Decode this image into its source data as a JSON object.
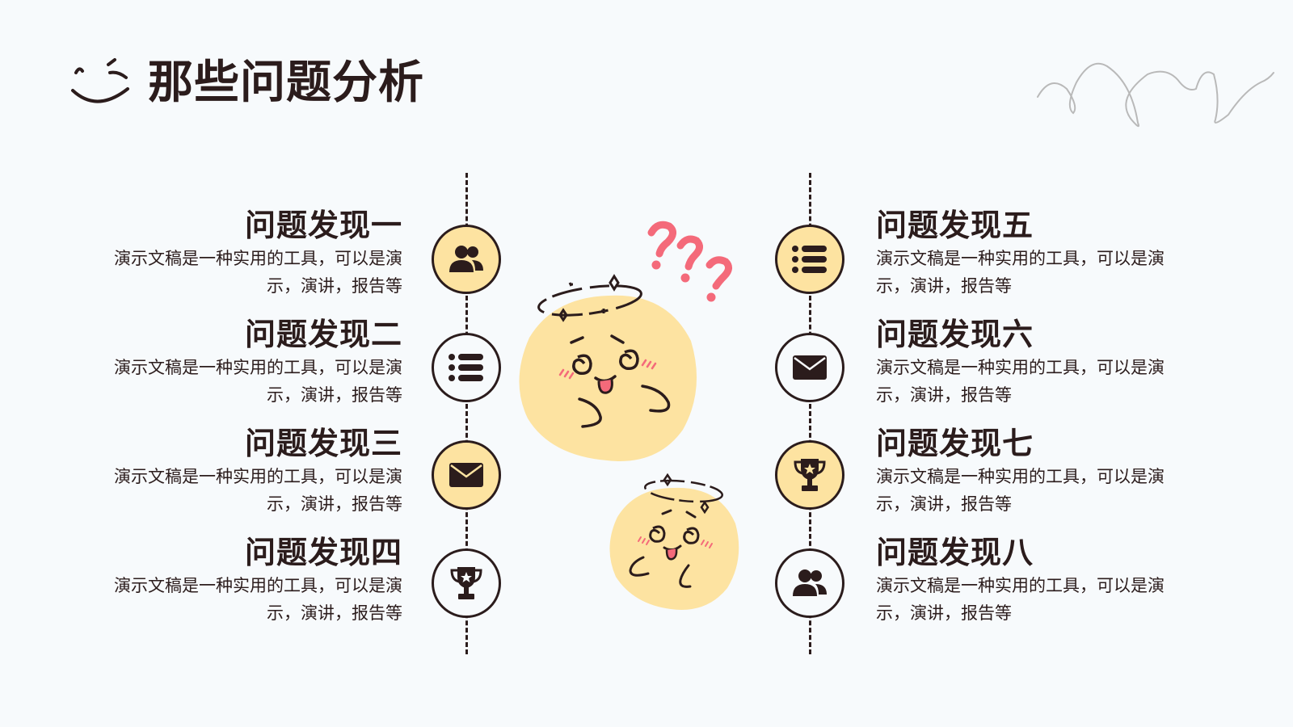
{
  "page": {
    "title": "那些问题分析"
  },
  "colors": {
    "ink": "#2b1c1c",
    "accent_yellow": "#fde3a1",
    "pink": "#f46a7a",
    "background": "#f7fafc"
  },
  "left_items": [
    {
      "heading": "问题发现一",
      "desc_line1": "演示文稿是一种实用的工具，可以是演",
      "desc_line2": "示，演讲，报告等",
      "icon": "users-icon",
      "style": "filled"
    },
    {
      "heading": "问题发现二",
      "desc_line1": "演示文稿是一种实用的工具，可以是演",
      "desc_line2": "示，演讲，报告等",
      "icon": "list-icon",
      "style": "empty"
    },
    {
      "heading": "问题发现三",
      "desc_line1": "演示文稿是一种实用的工具，可以是演",
      "desc_line2": "示，演讲，报告等",
      "icon": "envelope-icon",
      "style": "filled"
    },
    {
      "heading": "问题发现四",
      "desc_line1": "演示文稿是一种实用的工具，可以是演",
      "desc_line2": "示，演讲，报告等",
      "icon": "trophy-icon",
      "style": "empty"
    }
  ],
  "right_items": [
    {
      "heading": "问题发现五",
      "desc_line1": "演示文稿是一种实用的工具，可以是演",
      "desc_line2": "示，演讲，报告等",
      "icon": "list-icon",
      "style": "filled"
    },
    {
      "heading": "问题发现六",
      "desc_line1": "演示文稿是一种实用的工具，可以是演",
      "desc_line2": "示，演讲，报告等",
      "icon": "envelope-icon",
      "style": "empty"
    },
    {
      "heading": "问题发现七",
      "desc_line1": "演示文稿是一种实用的工具，可以是演",
      "desc_line2": "示，演讲，报告等",
      "icon": "trophy-icon",
      "style": "filled"
    },
    {
      "heading": "问题发现八",
      "desc_line1": "演示文稿是一种实用的工具，可以是演",
      "desc_line2": "示，演讲，报告等",
      "icon": "users-icon",
      "style": "empty"
    }
  ],
  "decorations": {
    "smile": "smile-icon",
    "scribble": "scribble-decoration",
    "question_marks": "question-marks-icon",
    "mascot_large": "dizzy-face-large",
    "mascot_small": "dizzy-face-small"
  }
}
